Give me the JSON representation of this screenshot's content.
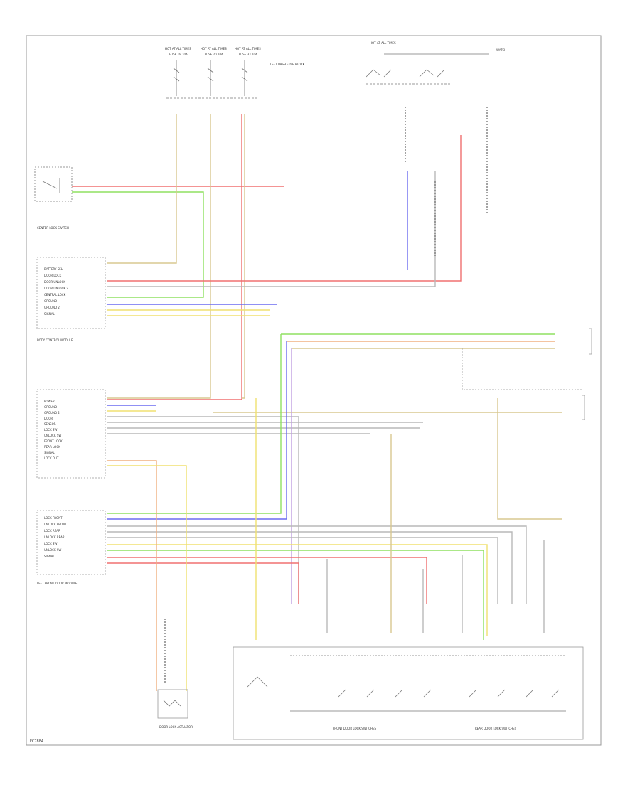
{
  "header": {
    "top_label": "HOT AT ALL TIMES",
    "top_label_2": "WATCH",
    "fuses": [
      {
        "title": "HOT AT ALL TIMES",
        "fuse": "FUSE 19 10A"
      },
      {
        "title": "HOT AT ALL TIMES",
        "fuse": "FUSE 20 10A"
      },
      {
        "title": "HOT AT ALL TIMES",
        "fuse": "FUSE 33 10A"
      }
    ],
    "fuse_block_label": "LEFT DASH FUSE BLOCK"
  },
  "components": {
    "center_lock_switch": "CENTER LOCK SWITCH",
    "mid_module": "BODY CONTROL MODULE",
    "lower_module": "LEFT FRONT DOOR MODULE",
    "door_lock_actuator": "DOOR LOCK ACTUATOR",
    "front_switches": "FRONT DOOR LOCK SWITCHES",
    "rear_switches": "REAR DOOR LOCK SWITCHES",
    "page_id": "FC7884"
  },
  "pins_top": [
    "BATTERY SEL",
    "DOOR LOCK",
    "DOOR UNLOCK",
    "DOOR UNLOCK 2",
    "CENTRAL LOCK",
    "GROUND",
    "GROUND 2",
    "SIGNAL"
  ],
  "pins_mid": [
    "POWER",
    "GROUND",
    "GROUND 2",
    "DOOR",
    "SENSOR",
    "LOCK SW",
    "UNLOCK SW",
    "FRONT LOCK",
    "REAR LOCK",
    "SIGNAL",
    "LOCK OUT"
  ],
  "pins_low": [
    "LOCK FRONT",
    "UNLOCK FRONT",
    "LOCK REAR",
    "UNLOCK REAR",
    "LOCK SW",
    "UNLOCK SW",
    "SIGNAL"
  ],
  "colors": {
    "red": "#f07070",
    "green": "#8fe060",
    "yellow": "#f0e070",
    "blue": "#6c6cf0",
    "orange": "#f0b080",
    "gray": "#b8b8b8",
    "tan": "#d8c890",
    "violet": "#c0a0e0",
    "line": "#777777"
  }
}
